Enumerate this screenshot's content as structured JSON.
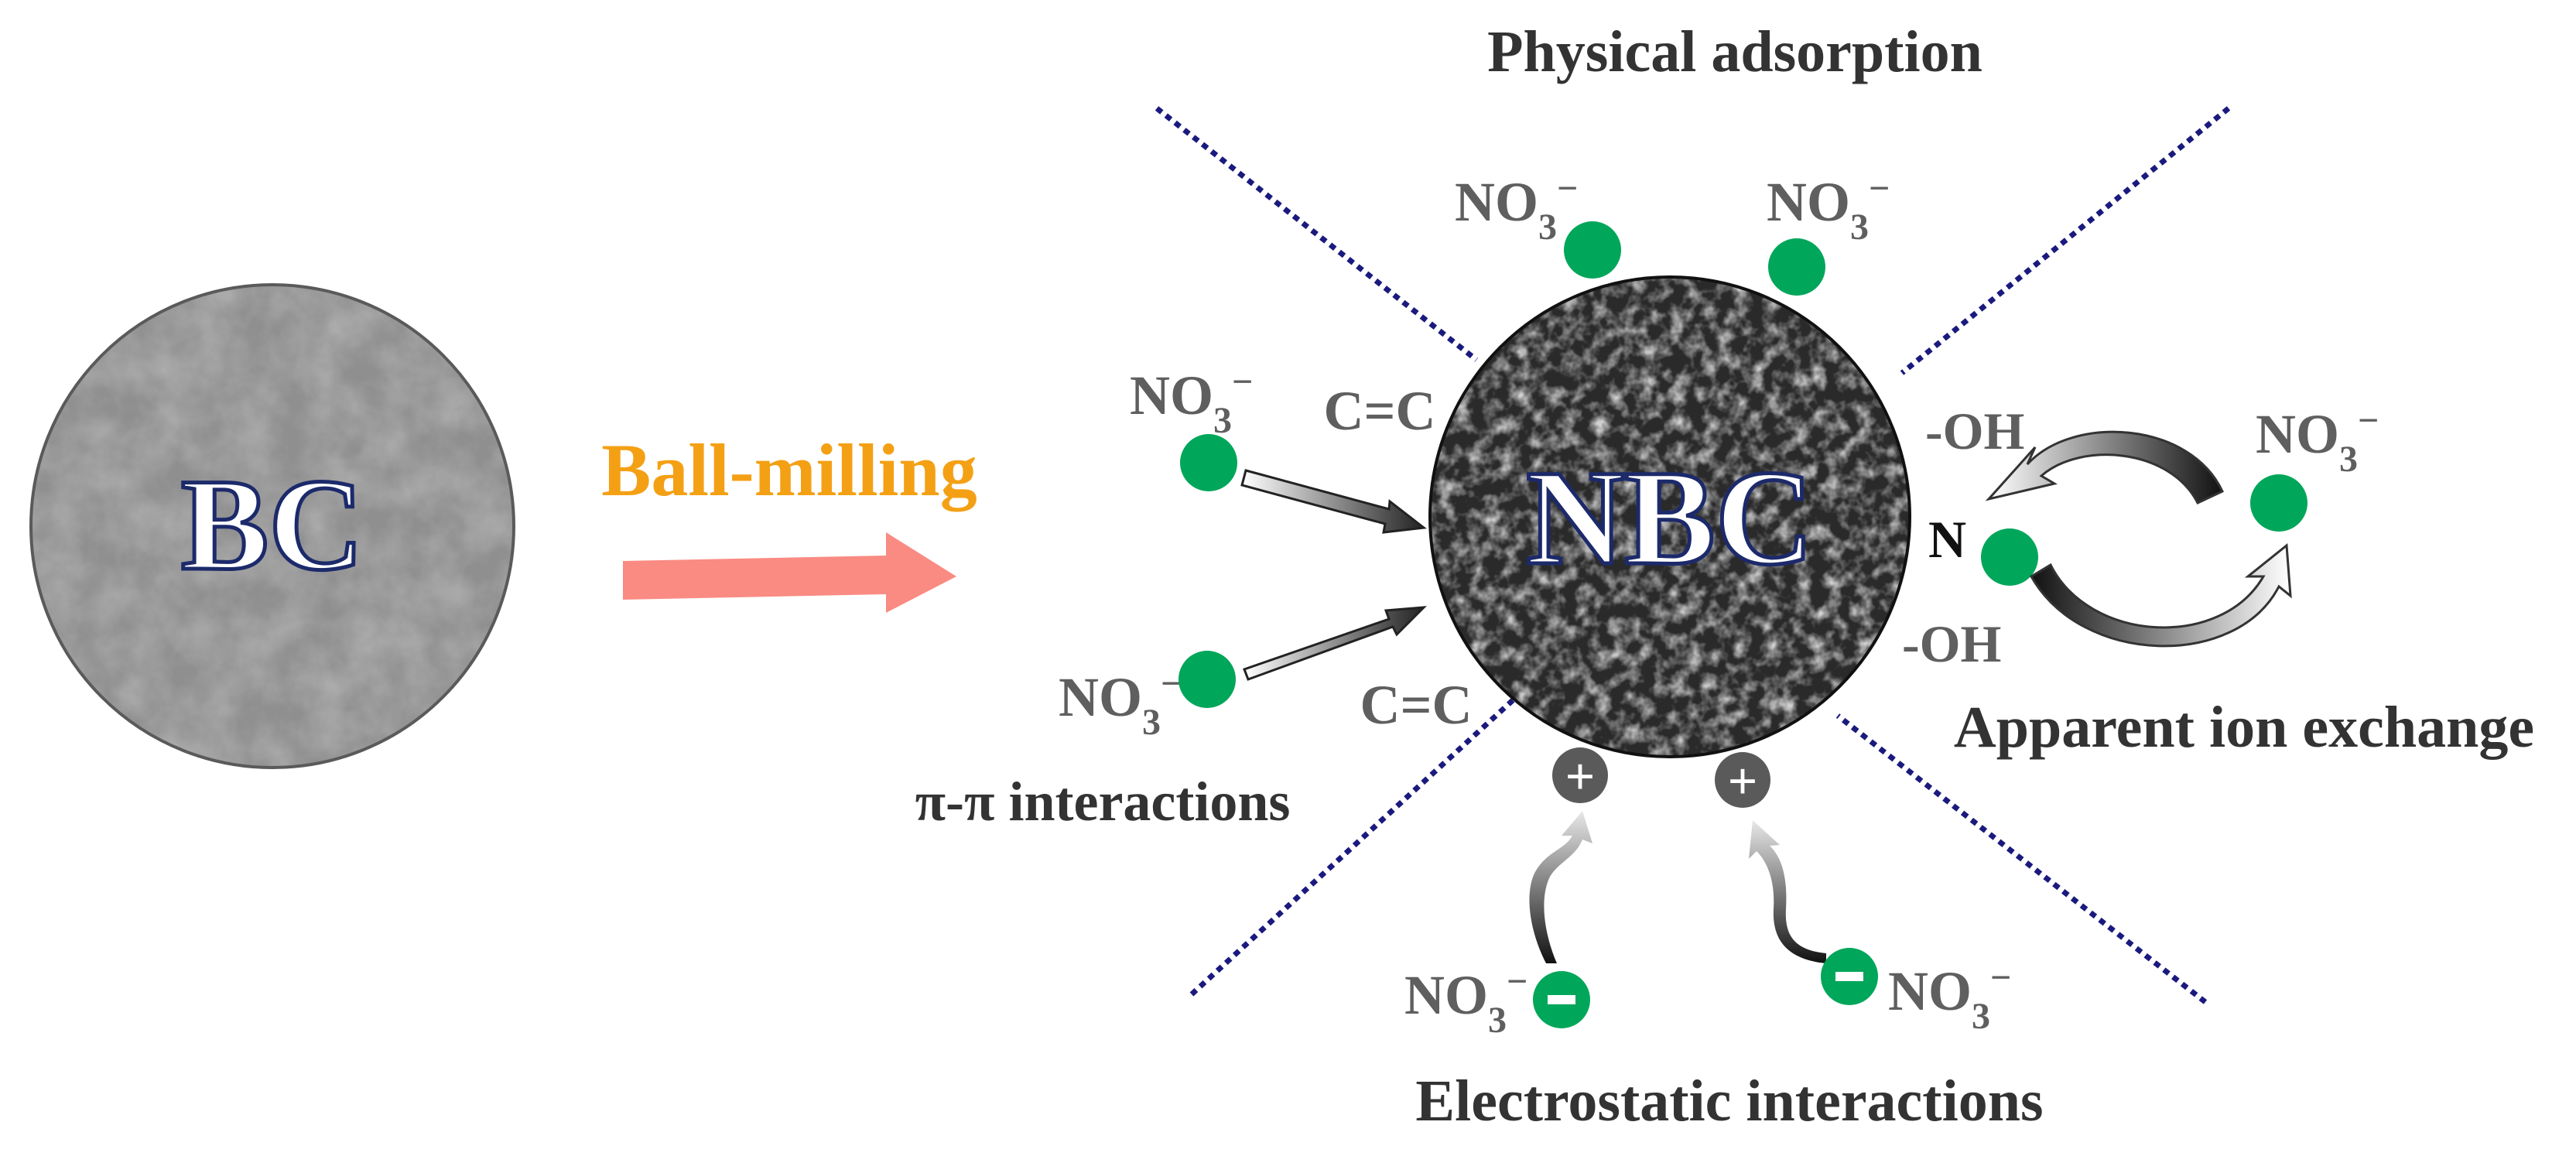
{
  "bc_label": "BC",
  "nbc_label": "NBC",
  "ball_milling_label": "Ball-milling",
  "mechanisms": {
    "physical_adsorption": "Physical adsorption",
    "pi_pi": "π-π interactions",
    "ion_exchange": "Apparent ion exchange",
    "electrostatic": "Electrostatic interactions"
  },
  "ion": {
    "base": "NO",
    "sub": "3",
    "sup": "−"
  },
  "groups": {
    "cc": "C=C",
    "oh": "-OH",
    "n": "N"
  },
  "charges": {
    "plus": "+",
    "minus": "−"
  },
  "colors": {
    "ion_green": "#00a65a",
    "arrow_salmon": "#f98b83",
    "ball_milling_orange": "#f4a015",
    "divider_navy": "#1a1a7e",
    "text_grey": "#5f5f5f",
    "heading_dark": "#333333"
  }
}
